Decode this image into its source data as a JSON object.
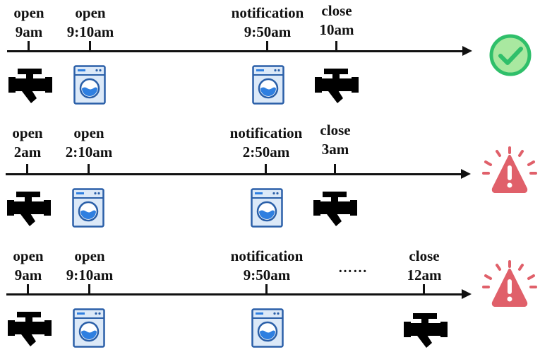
{
  "timelines": [
    {
      "labels": [
        {
          "top": "open",
          "bottom": "9am"
        },
        {
          "top": "open",
          "bottom": "9:10am"
        },
        {
          "top": "notification",
          "bottom": "9:50am"
        },
        {
          "top": "close",
          "bottom": "10am"
        }
      ],
      "status": "check-icon"
    },
    {
      "labels": [
        {
          "top": "open",
          "bottom": "2am"
        },
        {
          "top": "open",
          "bottom": "2:10am"
        },
        {
          "top": "notification",
          "bottom": "2:50am"
        },
        {
          "top": "close",
          "bottom": "3am"
        }
      ],
      "status": "warning-icon"
    },
    {
      "labels": [
        {
          "top": "open",
          "bottom": "9am"
        },
        {
          "top": "open",
          "bottom": "9:10am"
        },
        {
          "top": "notification",
          "bottom": "9:50am"
        },
        {
          "top": "close",
          "bottom": "12am"
        }
      ],
      "ellipsis": "……",
      "status": "warning-icon"
    }
  ],
  "colors": {
    "check_ring": "#2fbf6a",
    "check_fill": "#a9e8a0",
    "warning": "#e0606a",
    "washer_body": "#dce9f8",
    "washer_outline": "#2a5fa8",
    "washer_water": "#2f7fe0"
  }
}
